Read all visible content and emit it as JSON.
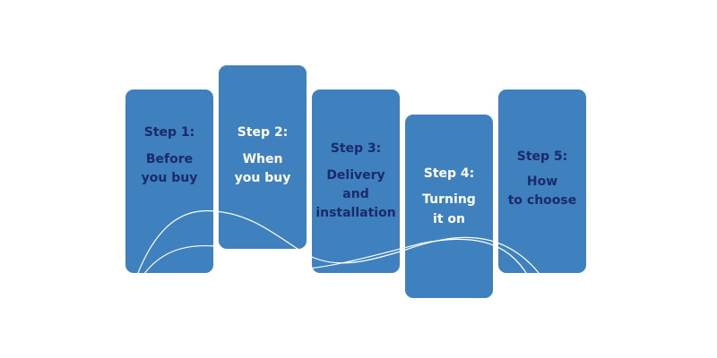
{
  "steps": [
    {
      "title": "Step 1:",
      "lines": [
        "Before",
        "you buy"
      ]
    },
    {
      "title": "Step 2:",
      "lines": [
        "When",
        "you buy"
      ]
    },
    {
      "title": "Step 3:",
      "lines": [
        "Delivery",
        "and",
        "installation"
      ]
    },
    {
      "title": "Step 4:",
      "lines": [
        "Turning",
        "it on"
      ]
    },
    {
      "title": "Step 5:",
      "lines": [
        "How",
        "to choose"
      ]
    }
  ],
  "colors": {
    "card": "#3f80bf",
    "dark_text": "#1b2a6b",
    "light_text": "#ffffff"
  }
}
